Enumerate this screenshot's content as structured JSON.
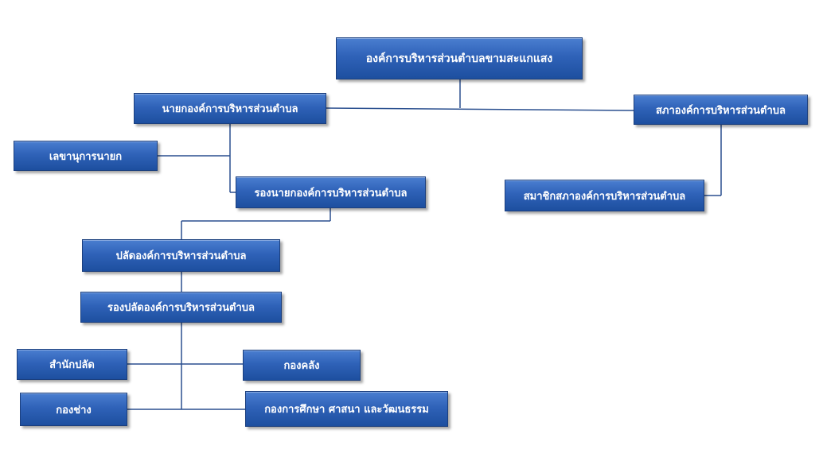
{
  "org_chart": {
    "root": "องค์การบริหารส่วนตำบลขามสะแกแสง",
    "mayor": "นายกองค์การบริหารส่วนตำบล",
    "council": "สภาองค์การบริหารส่วนตำบล",
    "mayor_secretary": "เลขานุการนายก",
    "council_member": "สมาชิกสภาองค์การบริหารส่วนตำบล",
    "deputy_mayor": "รองนายกองค์การบริหารส่วนตำบล",
    "chief_administrator": "ปลัดองค์การบริหารส่วนตำบล",
    "deputy_chief_administrator": "รองปลัดองค์การบริหารส่วนตำบล",
    "office_of_chief": "สำนักปลัด",
    "finance_division": "กองคลัง",
    "engineering_division": "กองช่าง",
    "education_division": "กองการศึกษา ศาสนา และวัฒนธรรม"
  },
  "colors": {
    "box_fill": "#2f62b8",
    "box_border": "#1b3f7e",
    "connector": "#2a4f8f",
    "text": "#ffffff"
  }
}
